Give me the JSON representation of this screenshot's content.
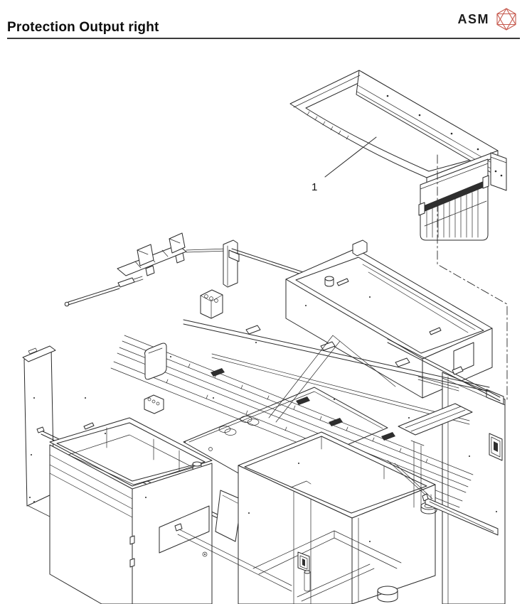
{
  "header": {
    "title": "Protection Output right",
    "logo_text": "ASM"
  },
  "diagram": {
    "callout_1": "1"
  },
  "icons": {
    "logo": "hexagon-facet-icon"
  },
  "colors": {
    "accent": "#c65a4e",
    "line": "#2a2a2a",
    "background": "#ffffff"
  }
}
